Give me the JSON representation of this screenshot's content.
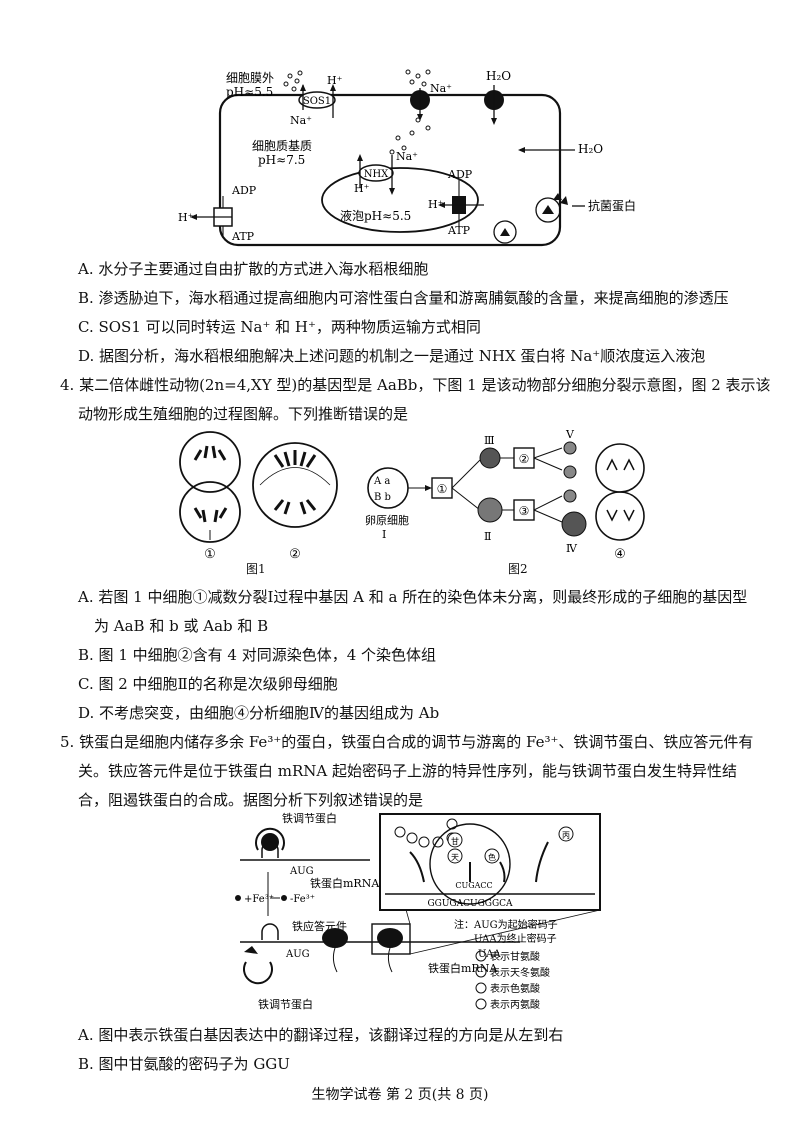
{
  "fig_top": {
    "outside_label_1": "细胞膜外",
    "outside_label_2": "pH≈5.5",
    "cyto_label_1": "细胞质基质",
    "cyto_label_2": "pH≈7.5",
    "sos1": "SOS1",
    "nhx": "NHX",
    "h_plus": "H⁺",
    "na_plus": "Na⁺",
    "h2o": "H₂O",
    "adp": "ADP",
    "atp": "ATP",
    "vacuole": "液泡pH≈5.5",
    "antibacterial": "抗菌蛋白"
  },
  "q3_options": [
    "A. 水分子主要通过自由扩散的方式进入海水稻根细胞",
    "B. 渗透胁迫下，海水稻通过提高细胞内可溶性蛋白含量和游离脯氨酸的含量，来提高细胞的渗透压",
    "C. SOS1 可以同时转运 Na⁺ 和 H⁺，两种物质运输方式相同",
    "D. 据图分析，海水稻根细胞解决上述问题的机制之一是通过 NHX 蛋白将 Na⁺顺浓度运入液泡"
  ],
  "q4": {
    "line1": "4. 某二倍体雌性动物(2n=4,XY 型)的基因型是 AaBb，下图 1 是该动物部分细胞分裂示意图，图 2 表示该",
    "line2": "动物形成生殖细胞的过程图解。下列推断错误的是",
    "fig1_caption": "图1",
    "fig2_caption": "图2",
    "cell1": "①",
    "cell2": "②",
    "box1": "①",
    "box2": "②",
    "box3": "③",
    "cell4": "④",
    "roman_1": "Ⅰ",
    "roman_2": "Ⅱ",
    "roman_3": "Ⅲ",
    "roman_4": "Ⅳ",
    "roman_5": "Ⅴ",
    "oocyte": "卵原细胞",
    "genes_top": "A a",
    "genes_bottom": "B b",
    "options": [
      "A. 若图 1 中细胞①减数分裂Ⅰ过程中基因 A 和 a 所在的染色体未分离，则最终形成的子细胞的基因型",
      "为 AaB 和 b 或 Aab 和 B",
      "B. 图 1 中细胞②含有 4 对同源染色体，4 个染色体组",
      "C. 图 2 中细胞Ⅱ的名称是次级卵母细胞",
      "D. 不考虑突变，由细胞④分析细胞Ⅳ的基因组成为 Ab"
    ]
  },
  "q5": {
    "line1": "5. 铁蛋白是细胞内储存多余 Fe³⁺的蛋白，铁蛋白合成的调节与游离的 Fe³⁺、铁调节蛋白、铁应答元件有",
    "line2": "关。铁应答元件是位于铁蛋白 mRNA 起始密码子上游的特异性序列，能与铁调节蛋白发生特异性结",
    "line3": "合，阻遏铁蛋白的合成。据图分析下列叙述错误的是",
    "reg_protein": "铁调节蛋白",
    "aug": "AUG",
    "uaa": "UAA",
    "mrna": "铁蛋白mRNA",
    "plus_fe": "+Fe³⁺",
    "minus_fe": "-Fe³⁺",
    "ire": "铁应答元件",
    "mrna_seq": "GGUGACUGGGCA",
    "anticodon": "CUGACC",
    "note_1": "注：AUG为起始密码子",
    "note_2": "UAA为终止密码子",
    "note_3": "表示甘氨酸",
    "note_4": "表示天冬氨酸",
    "note_5": "表示色氨酸",
    "note_6": "表示丙氨酸",
    "aa_gan": "甘",
    "aa_tian": "天",
    "aa_se": "色",
    "aa_bing": "丙",
    "options": [
      "A. 图中表示铁蛋白基因表达中的翻译过程，该翻译过程的方向是从左到右",
      "B. 图中甘氨酸的密码子为 GGU"
    ]
  },
  "footer": "生物学试卷 第 2 页(共 8 页)"
}
